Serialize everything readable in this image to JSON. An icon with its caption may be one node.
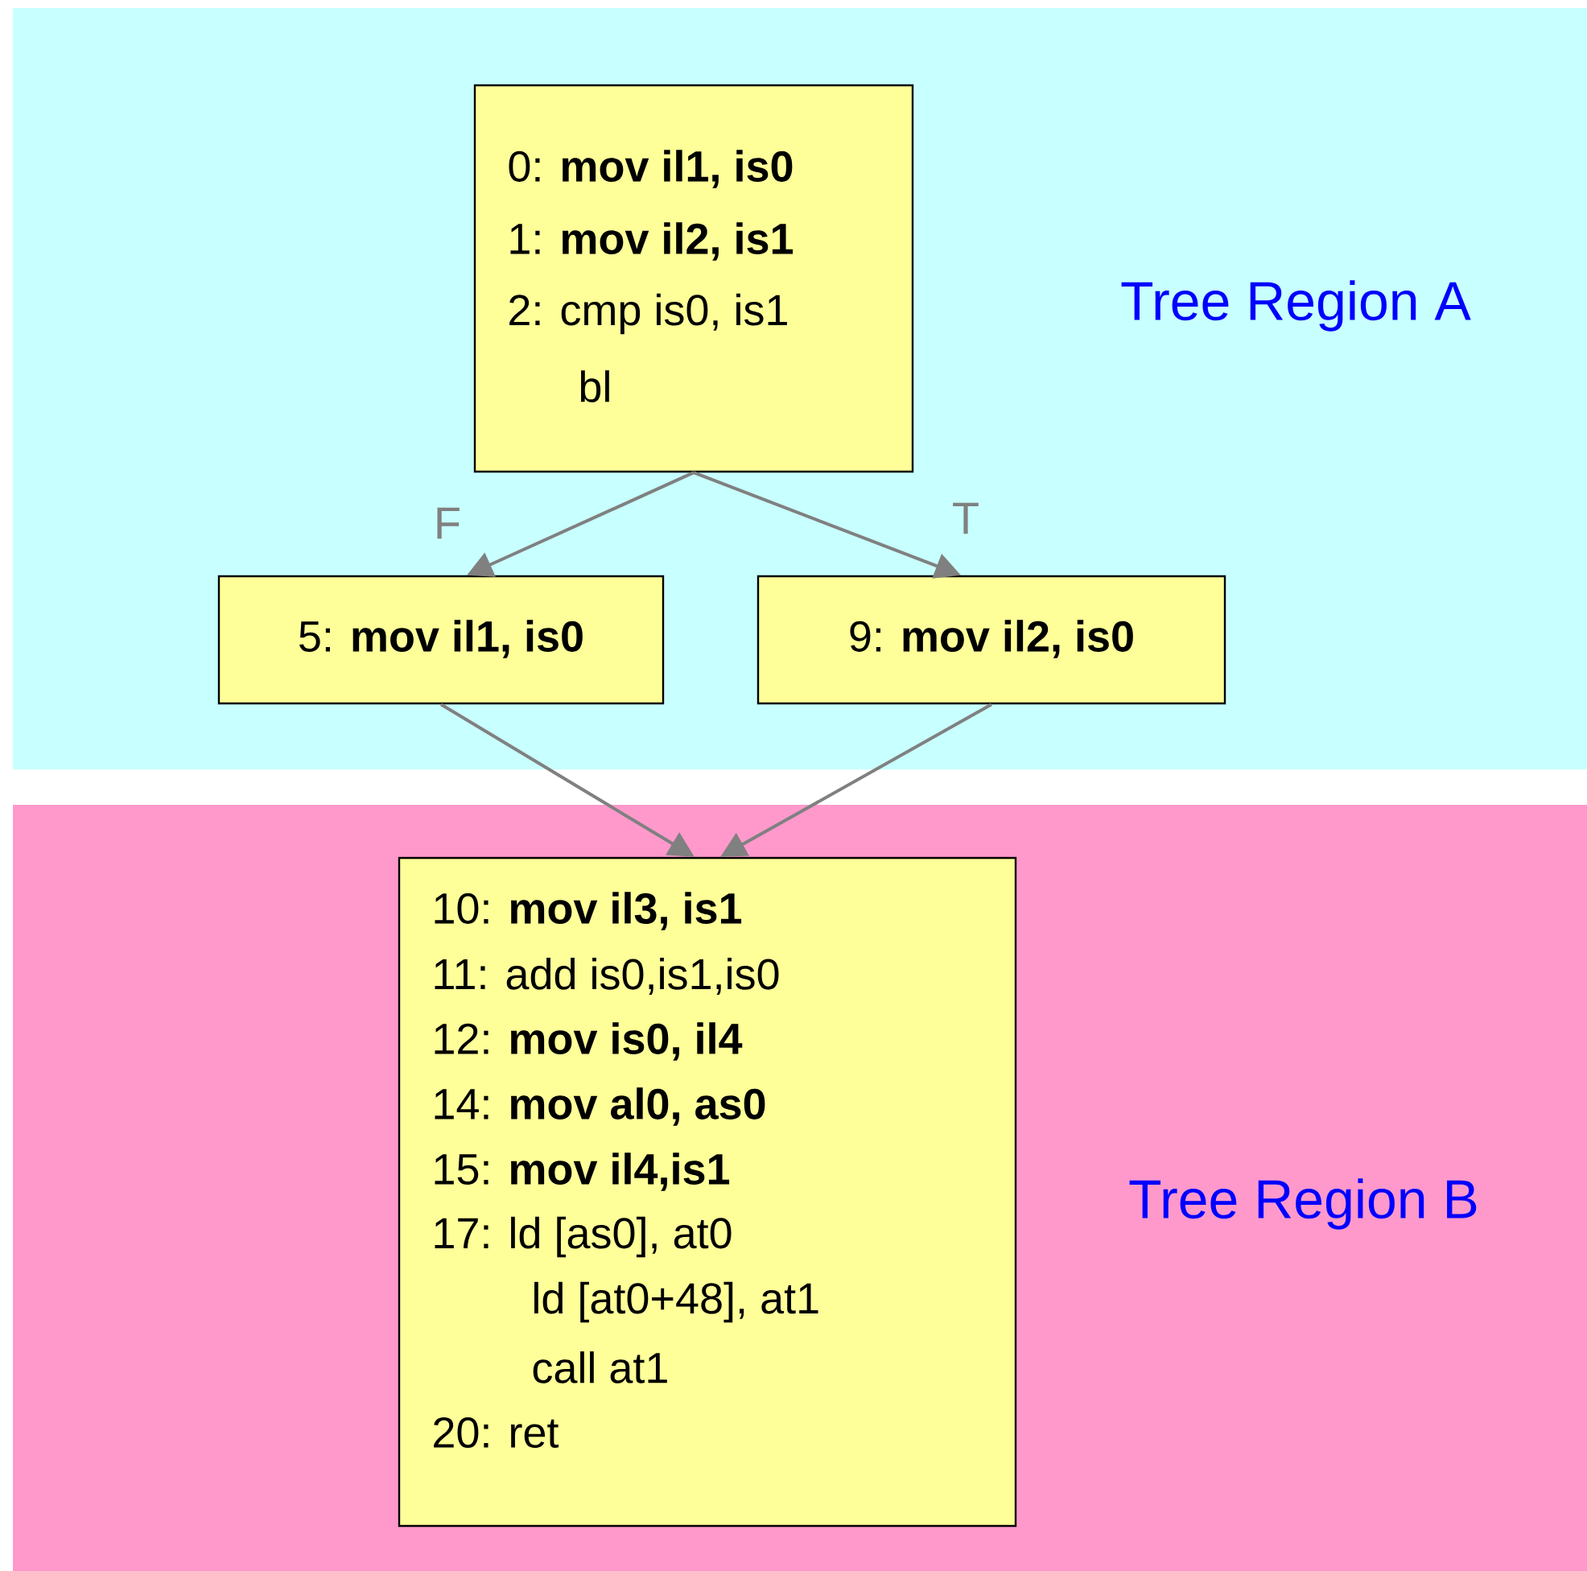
{
  "diagram": {
    "nodes": [
      {
        "text": [
          "Tree Region A"
        ]
      },
      {
        "text": [
          "Tree Region B"
        ]
      },
      {
        "text": [
          "0: **mov il1, is0**",
          "1: **mov il2, is1**",
          "2: cmp is0, is1",
          "bl"
        ],
        "in": 0
      },
      {
        "text": [
          "5: **mov il1, is0**"
        ],
        "in": 0
      },
      {
        "text": [
          "9: **mov il2, is0**"
        ],
        "in": 0
      },
      {
        "text": [
          "10: **mov il3, is1**",
          "11: add is0,is1,is0",
          "12: **mov is0, il4**",
          "14: **mov al0, as0**",
          "15: **mov il4,is1**",
          "17: ld [as0], at0",
          "ld [at0+48], at1",
          "call at1",
          "20: ret"
        ],
        "in": 1
      }
    ],
    "edges": [
      {
        "from": 2,
        "to": 3,
        "arrow": "to",
        "label": "F"
      },
      {
        "from": 2,
        "to": 4,
        "arrow": "to",
        "label": "T"
      },
      {
        "from": 3,
        "to": 5,
        "arrow": "to"
      },
      {
        "from": 4,
        "to": 5,
        "arrow": "to"
      }
    ]
  }
}
